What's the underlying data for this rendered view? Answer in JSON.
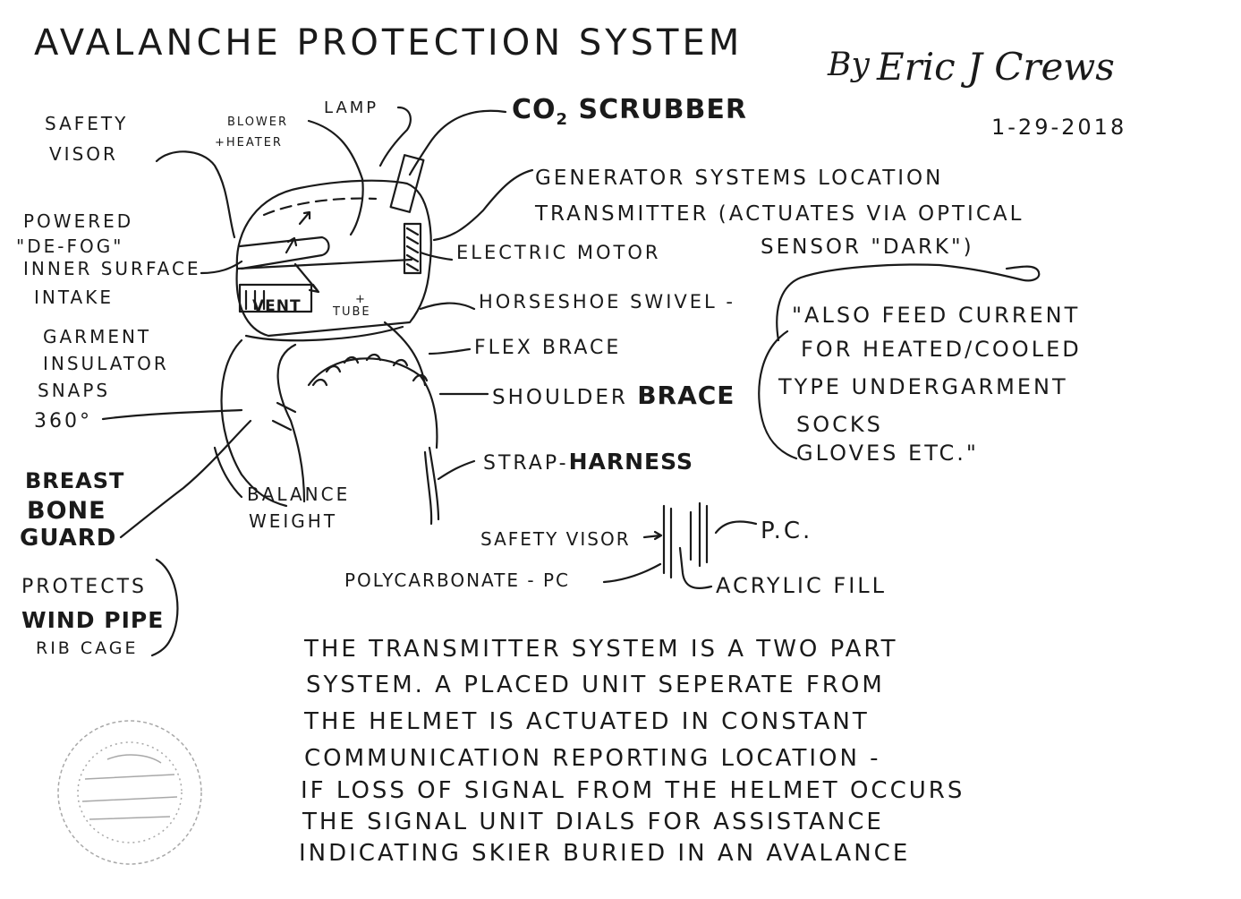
{
  "title": "AVALANCHE PROTECTION SYSTEM",
  "author": {
    "by": "By",
    "signature": "Eric J Crews",
    "date": "1-29-2018"
  },
  "labels": {
    "safety_visor": [
      "SAFETY",
      "VISOR"
    ],
    "blower_heater": [
      "BLOWER",
      "+HEATER"
    ],
    "lamp": "LAMP",
    "co2_scrubber": {
      "co": "CO",
      "sub": "2",
      "rest": "SCRUBBER"
    },
    "generator": [
      "GENERATOR SYSTEMS LOCATION",
      "TRANSMITTER (ACTUATES VIA OPTICAL",
      "SENSOR \"DARK\")"
    ],
    "defog": [
      "POWERED",
      "\"DE-FOG\"",
      "INNER SURFACE",
      "INTAKE"
    ],
    "electric_motor": "ELECTRIC MOTOR",
    "horseshoe_swivel": "HORSESHOE SWIVEL -",
    "flex_brace": "FLEX BRACE",
    "shoulder_brace": {
      "normal": "SHOULDER",
      "bold": "BRACE"
    },
    "garment_snaps": [
      "GARMENT",
      "INSULATOR",
      "SNAPS",
      "360°"
    ],
    "strap_harness": {
      "normal": "STRAP-",
      "bold": "HARNESS"
    },
    "breast_bone_guard": [
      "BREAST",
      "BONE",
      "GUARD"
    ],
    "balance_weight": [
      "BALANCE",
      "WEIGHT"
    ],
    "protects": [
      "PROTECTS",
      "WIND PIPE",
      "RIB CAGE"
    ],
    "vent": "VENT",
    "tube": "TUBE",
    "plus": "+"
  },
  "feed_note": [
    "\"ALSO FEED CURRENT",
    "FOR HEATED/COOLED",
    "TYPE UNDERGARMENT",
    "SOCKS",
    "GLOVES ETC.\""
  ],
  "visor_detail": {
    "safety_visor": "SAFETY VISOR",
    "pc": "P.C.",
    "polycarbonate": "POLYCARBONATE - PC",
    "acrylic": "ACRYLIC FILL"
  },
  "transmitter_text": [
    "THE TRANSMITTER SYSTEM IS A TWO PART",
    "SYSTEM. A PLACED UNIT SEPERATE FROM",
    "THE HELMET IS ACTUATED IN CONSTANT",
    "COMMUNICATION REPORTING LOCATION -",
    "IF LOSS OF SIGNAL FROM THE HELMET OCCURS",
    "THE SIGNAL UNIT DIALS FOR ASSISTANCE",
    "INDICATING SKIER BURIED IN AN AVALANCE"
  ],
  "colors": {
    "ink": "#1a1a1a",
    "paper": "#ffffff",
    "stamp": "#9a9a9a"
  }
}
